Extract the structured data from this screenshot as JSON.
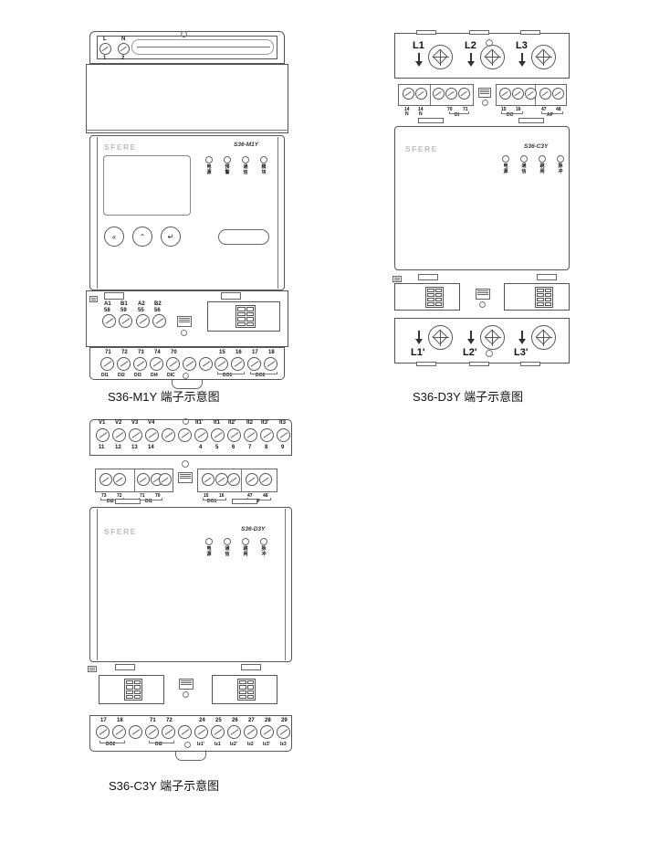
{
  "figures": [
    {
      "id": "m1y",
      "caption": "S36-M1Y 端子示意图",
      "brand": "SFERE",
      "model": "S36-M1Y",
      "top_terminals": {
        "names": [
          "L",
          "N"
        ],
        "numbers": [
          "1",
          "2"
        ]
      },
      "leds": [
        {
          "line1": "电",
          "line2": "源"
        },
        {
          "line1": "预",
          "line2": "警"
        },
        {
          "line1": "通",
          "line2": "信"
        },
        {
          "line1": "模",
          "line2": "块"
        }
      ],
      "buttons": [
        "«",
        "⌃",
        "↵"
      ],
      "comm_terminals": {
        "names": [
          "A1",
          "B1",
          "A2",
          "B2"
        ],
        "numbers": [
          "58",
          "59",
          "55",
          "56"
        ]
      },
      "bottom_terminals": {
        "numbers": [
          "71",
          "72",
          "73",
          "74",
          "70",
          "",
          "",
          "",
          "15",
          "16",
          "17",
          "18"
        ],
        "labels": [
          "DI1",
          "DI2",
          "DI3",
          "DI4",
          "DIC",
          "",
          "",
          "",
          "DO1",
          "",
          "DO2",
          ""
        ],
        "groups": [
          "DO1",
          "DO2"
        ]
      }
    },
    {
      "id": "d3y",
      "caption": "S36-D3Y 端子示意图",
      "brand": "SFERE",
      "model": "S36-C3Y",
      "ct_top": [
        "L1",
        "L2",
        "L3"
      ],
      "ct_bottom": [
        "L1'",
        "L2'",
        "L3'"
      ],
      "leds": [
        {
          "line1": "电",
          "line2": "源"
        },
        {
          "line1": "通",
          "line2": "信"
        },
        {
          "line1": "跳",
          "line2": "闸"
        },
        {
          "line1": "脉",
          "line2": "冲"
        }
      ],
      "left_block": {
        "numbers": [
          "14",
          "14",
          "70",
          "71"
        ],
        "sub": [
          "N",
          "N",
          "",
          ""
        ],
        "groups": [
          "DI"
        ]
      },
      "right_block": {
        "numbers": [
          "15",
          "16",
          "47",
          "48"
        ],
        "groups": [
          "DO",
          "AP"
        ]
      }
    },
    {
      "id": "c3y",
      "caption": "S36-C3Y 端子示意图",
      "brand": "SFERE",
      "model": "S36-D3Y",
      "top_row": {
        "names": [
          "V1",
          "V2",
          "V3",
          "V4",
          "",
          "",
          "It1'",
          "It1",
          "It2'",
          "It2",
          "It3'",
          "It3"
        ],
        "numbers": [
          "11",
          "12",
          "13",
          "14",
          "",
          "",
          "4",
          "5",
          "6",
          "7",
          "8",
          "9"
        ]
      },
      "leds": [
        {
          "line1": "电",
          "line2": "源"
        },
        {
          "line1": "通",
          "line2": "信"
        },
        {
          "line1": "跳",
          "line2": "闸"
        },
        {
          "line1": "脉",
          "line2": "冲"
        }
      ],
      "left_block": {
        "numbers": [
          "73",
          "72",
          "71",
          "70"
        ],
        "groups": [
          "DI2",
          "DI1"
        ]
      },
      "right_block": {
        "numbers": [
          "15",
          "16",
          "47",
          "48"
        ],
        "groups": [
          "DO1",
          "AP"
        ]
      },
      "bottom_row": {
        "numbers": [
          "17",
          "18",
          "71",
          "72",
          "24",
          "25",
          "26",
          "27",
          "28",
          "29"
        ],
        "names": [
          "",
          "",
          "",
          "",
          "Iz1'",
          "Iz1",
          "Iz2'",
          "Iz2",
          "Iz3'",
          "Iz3"
        ],
        "groups": [
          "DO2",
          "DI2"
        ]
      }
    }
  ]
}
